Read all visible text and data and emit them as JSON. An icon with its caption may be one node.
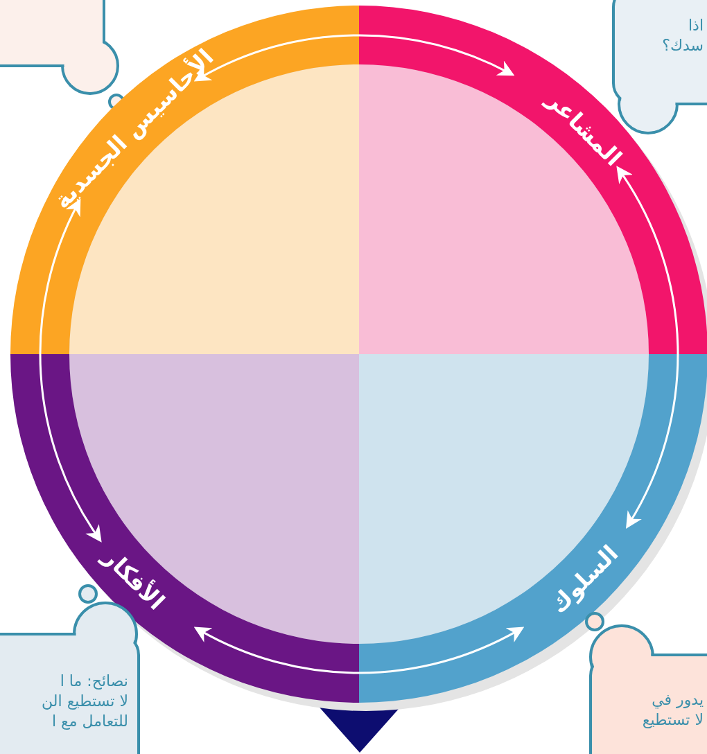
{
  "diagram": {
    "nodes": [
      {
        "text": [],
        "shape": "cloud"
      },
      {
        "text": [
          "اذا",
          "سدك؟"
        ]
      },
      {
        "text": [
          "الأحاسيس الجسدية"
        ]
      },
      {
        "text": [
          "المشاعر"
        ]
      },
      {
        "text": [
          "الأفكار"
        ]
      },
      {
        "text": [
          "السلوك"
        ]
      },
      {
        "text": [
          "نصائح: ما ا",
          "لا تستطيع الن",
          "للتعامل مع ا"
        ]
      },
      {
        "text": [
          "يدور في",
          "لا تستطيع"
        ]
      }
    ],
    "edges": [
      {
        "from": 2,
        "to": 3,
        "arrow": "both"
      },
      {
        "from": 3,
        "to": 5,
        "arrow": "both"
      },
      {
        "from": 5,
        "to": 4,
        "arrow": "both"
      },
      {
        "from": 2,
        "to": 4,
        "arrow": "both"
      }
    ]
  }
}
